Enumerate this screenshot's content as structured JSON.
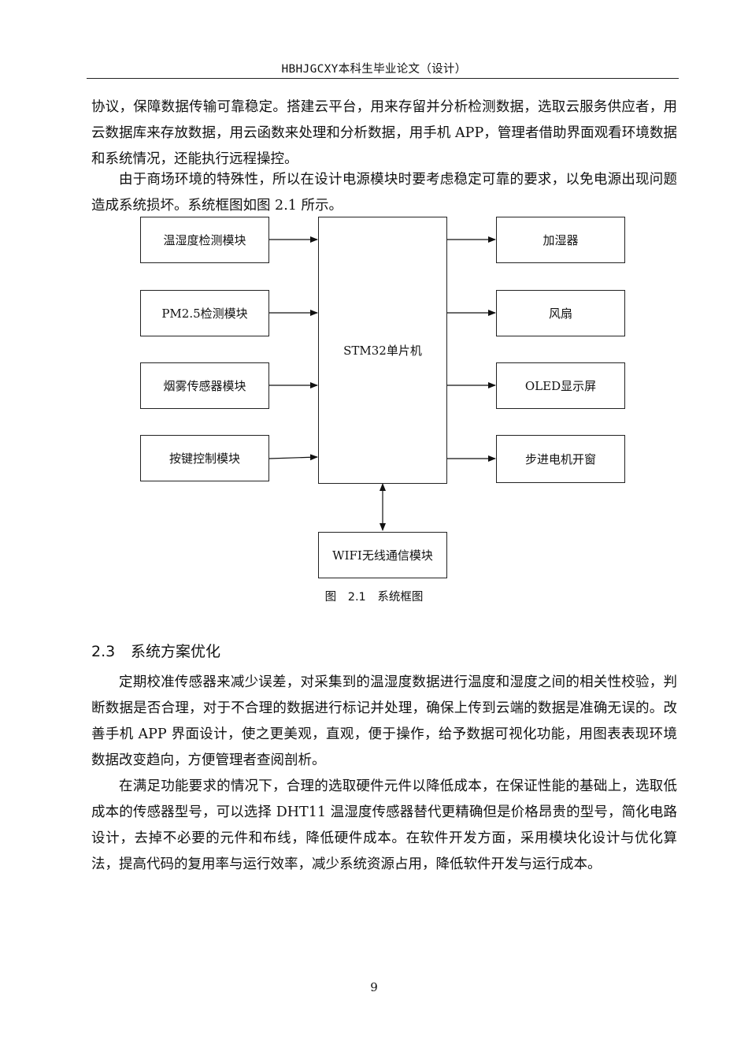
{
  "header": {
    "title": "HBHJGCXY本科生毕业论文（设计）"
  },
  "paragraphs": {
    "p1": "协议，保障数据传输可靠稳定。搭建云平台，用来存留并分析检测数据，选取云服务供应者，用云数据库来存放数据，用云函数来处理和分析数据，用手机 APP，管理者借助界面观看环境数据和系统情况，还能执行远程操控。",
    "p2": "由于商场环境的特殊性，所以在设计电源模块时要考虑稳定可靠的要求，以免电源出现问题造成系统损坏。系统框图如图 2.1 所示。",
    "p3": "定期校准传感器来减少误差，对采集到的温湿度数据进行温度和湿度之间的相关性校验，判断数据是否合理，对于不合理的数据进行标记并处理，确保上传到云端的数据是准确无误的。改善手机 APP 界面设计，使之更美观，直观，便于操作，给予数据可视化功能，用图表表现环境数据改变趋向，方便管理者查阅剖析。",
    "p4": "在满足功能要求的情况下，合理的选取硬件元件以降低成本，在保证性能的基础上，选取低成本的传感器型号，可以选择 DHT11 温湿度传感器替代更精确但是价格昂贵的型号，简化电路设计，去掉不必要的元件和布线，降低硬件成本。在软件开发方面，采用模块化设计与优化算法，提高代码的复用率与运行效率，减少系统资源占用，降低软件开发与运行成本。"
  },
  "diagram": {
    "inputs": [
      "温湿度检测模块",
      "PM2.5检测模块",
      "烟雾传感器模块",
      "按键控制模块"
    ],
    "mcu": "STM32单片机",
    "outputs": [
      "加湿器",
      "风扇",
      "OLED显示屏",
      "步进电机开窗"
    ],
    "comm": "WIFI无线通信模块",
    "caption": "图 2.1 系统框图"
  },
  "section": {
    "number": "2.3",
    "title": "系统方案优化"
  },
  "page_number": "9"
}
